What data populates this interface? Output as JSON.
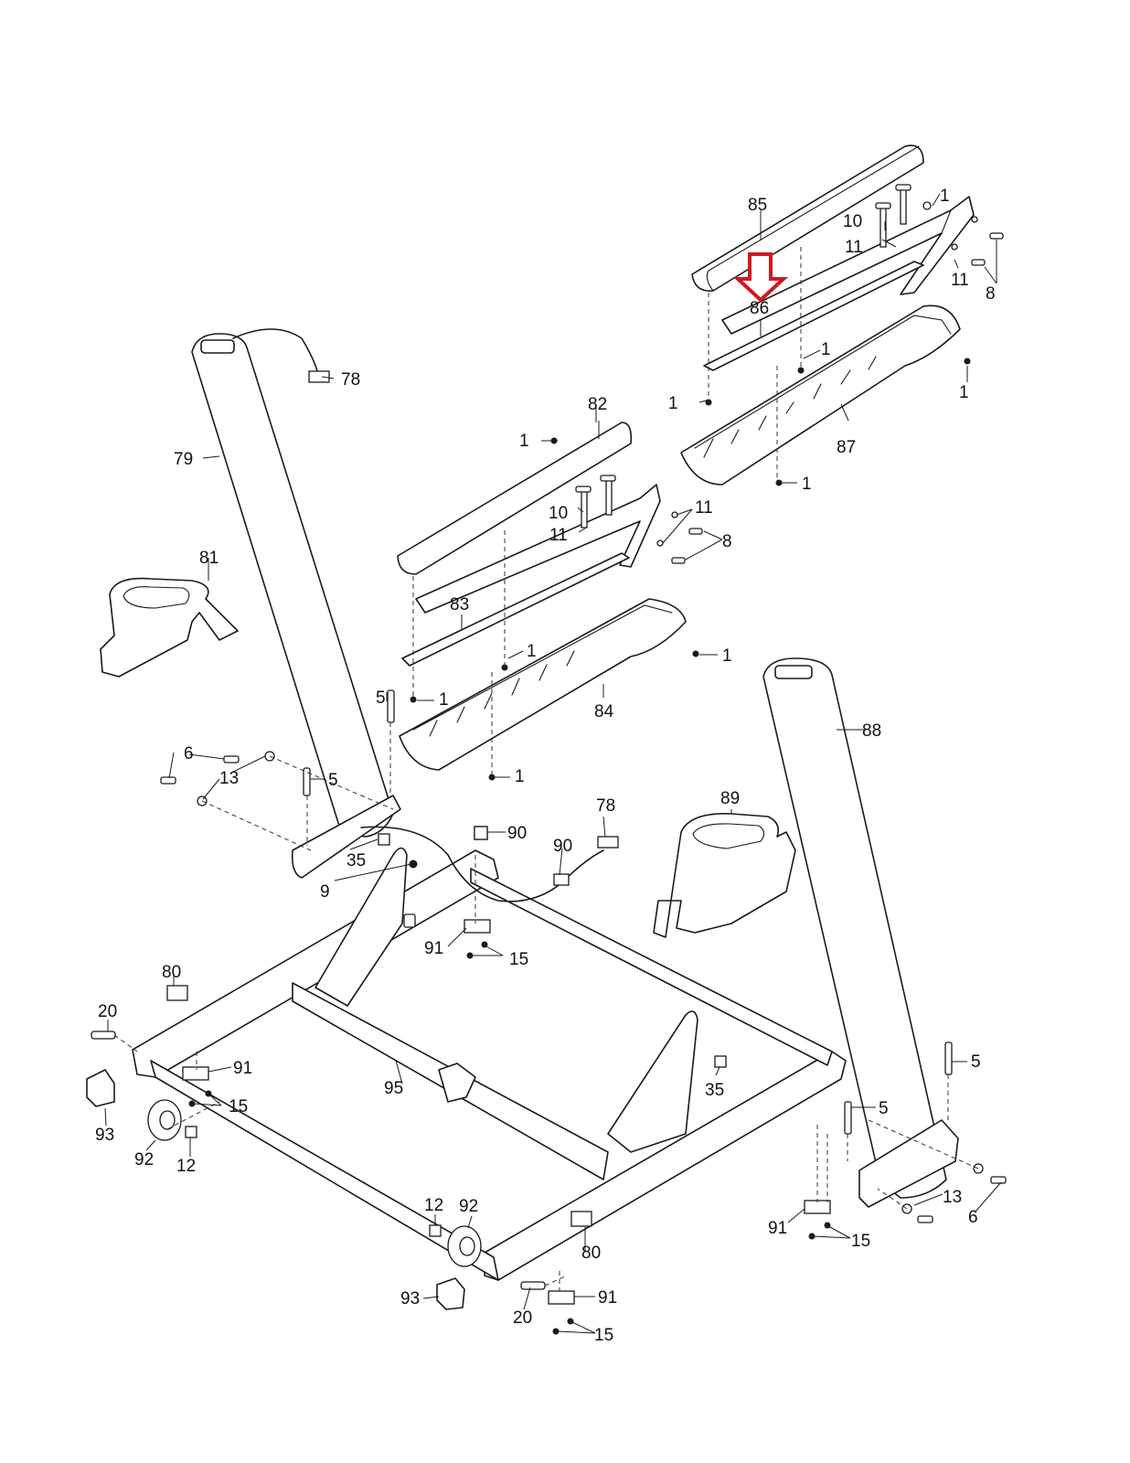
{
  "diagram": {
    "highlight_color": "#d0191f",
    "highlighted_part": "86",
    "labels": {
      "p85": "85",
      "p86": "86",
      "p87": "87",
      "p10a": "10",
      "p11a": "11",
      "p11b": "11",
      "p1a": "1",
      "p8a": "8",
      "p1b": "1",
      "p1c": "1",
      "p1d": "1",
      "p1e": "1",
      "p78a": "78",
      "p79": "79",
      "p81": "81",
      "p82": "82",
      "p1f": "1",
      "p10b": "10",
      "p11c": "11",
      "p11d": "11",
      "p8b": "8",
      "p83": "83",
      "p1g": "1",
      "p1h": "1",
      "p1i": "1",
      "p84": "84",
      "p1j": "1",
      "p88": "88",
      "p5a": "5",
      "p6a": "6",
      "p13a": "13",
      "p5b": "5",
      "p35a": "35",
      "p9": "9",
      "p90a": "90",
      "p78b": "78",
      "p90b": "90",
      "p89": "89",
      "p91a": "91",
      "p15a": "15",
      "p80a": "80",
      "p20a": "20",
      "p91b": "91",
      "p15b": "15",
      "p93a": "93",
      "p92a": "92",
      "p12a": "12",
      "p95": "95",
      "p35b": "35",
      "p5c": "5",
      "p5d": "5",
      "p13b": "13",
      "p6b": "6",
      "p91c": "91",
      "p15c": "15",
      "p12b": "12",
      "p92b": "92",
      "p80b": "80",
      "p93b": "93",
      "p91d": "91",
      "p20b": "20",
      "p15d": "15"
    }
  }
}
